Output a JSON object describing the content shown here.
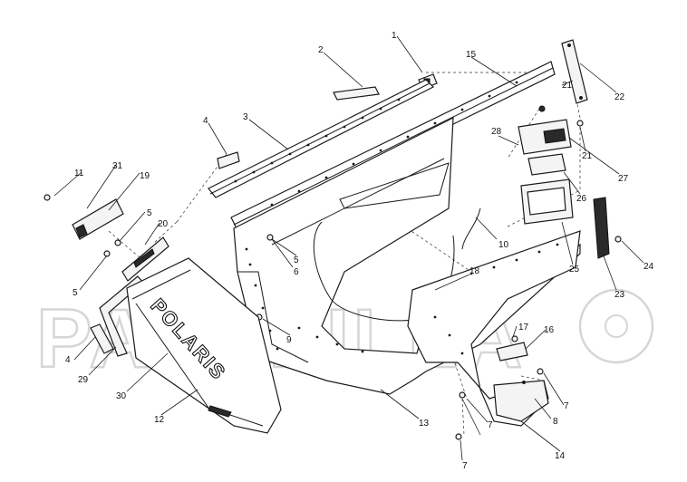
{
  "watermark": {
    "text": "PARTZILLA"
  },
  "decal_text": "POLARIS",
  "callouts": [
    {
      "id": "c1",
      "label": "1"
    },
    {
      "id": "c2",
      "label": "2"
    },
    {
      "id": "c3",
      "label": "3"
    },
    {
      "id": "c4a",
      "label": "4"
    },
    {
      "id": "c4b",
      "label": "4"
    },
    {
      "id": "c5a",
      "label": "5"
    },
    {
      "id": "c5b",
      "label": "5"
    },
    {
      "id": "c5c",
      "label": "5"
    },
    {
      "id": "c6",
      "label": "6"
    },
    {
      "id": "c7a",
      "label": "7"
    },
    {
      "id": "c7b",
      "label": "7"
    },
    {
      "id": "c7c",
      "label": "7"
    },
    {
      "id": "c8",
      "label": "8"
    },
    {
      "id": "c9",
      "label": "9"
    },
    {
      "id": "c10",
      "label": "10"
    },
    {
      "id": "c11",
      "label": "11"
    },
    {
      "id": "c12",
      "label": "12"
    },
    {
      "id": "c13",
      "label": "13"
    },
    {
      "id": "c14",
      "label": "14"
    },
    {
      "id": "c15",
      "label": "15"
    },
    {
      "id": "c16",
      "label": "16"
    },
    {
      "id": "c17",
      "label": "17"
    },
    {
      "id": "c18",
      "label": "18"
    },
    {
      "id": "c19",
      "label": "19"
    },
    {
      "id": "c20",
      "label": "20"
    },
    {
      "id": "c21a",
      "label": "21"
    },
    {
      "id": "c21b",
      "label": "21"
    },
    {
      "id": "c22",
      "label": "22"
    },
    {
      "id": "c23",
      "label": "23"
    },
    {
      "id": "c24",
      "label": "24"
    },
    {
      "id": "c25",
      "label": "25"
    },
    {
      "id": "c26",
      "label": "26"
    },
    {
      "id": "c27",
      "label": "27"
    },
    {
      "id": "c28",
      "label": "28"
    },
    {
      "id": "c29",
      "label": "29"
    },
    {
      "id": "c30",
      "label": "30"
    },
    {
      "id": "c31",
      "label": "31"
    }
  ]
}
